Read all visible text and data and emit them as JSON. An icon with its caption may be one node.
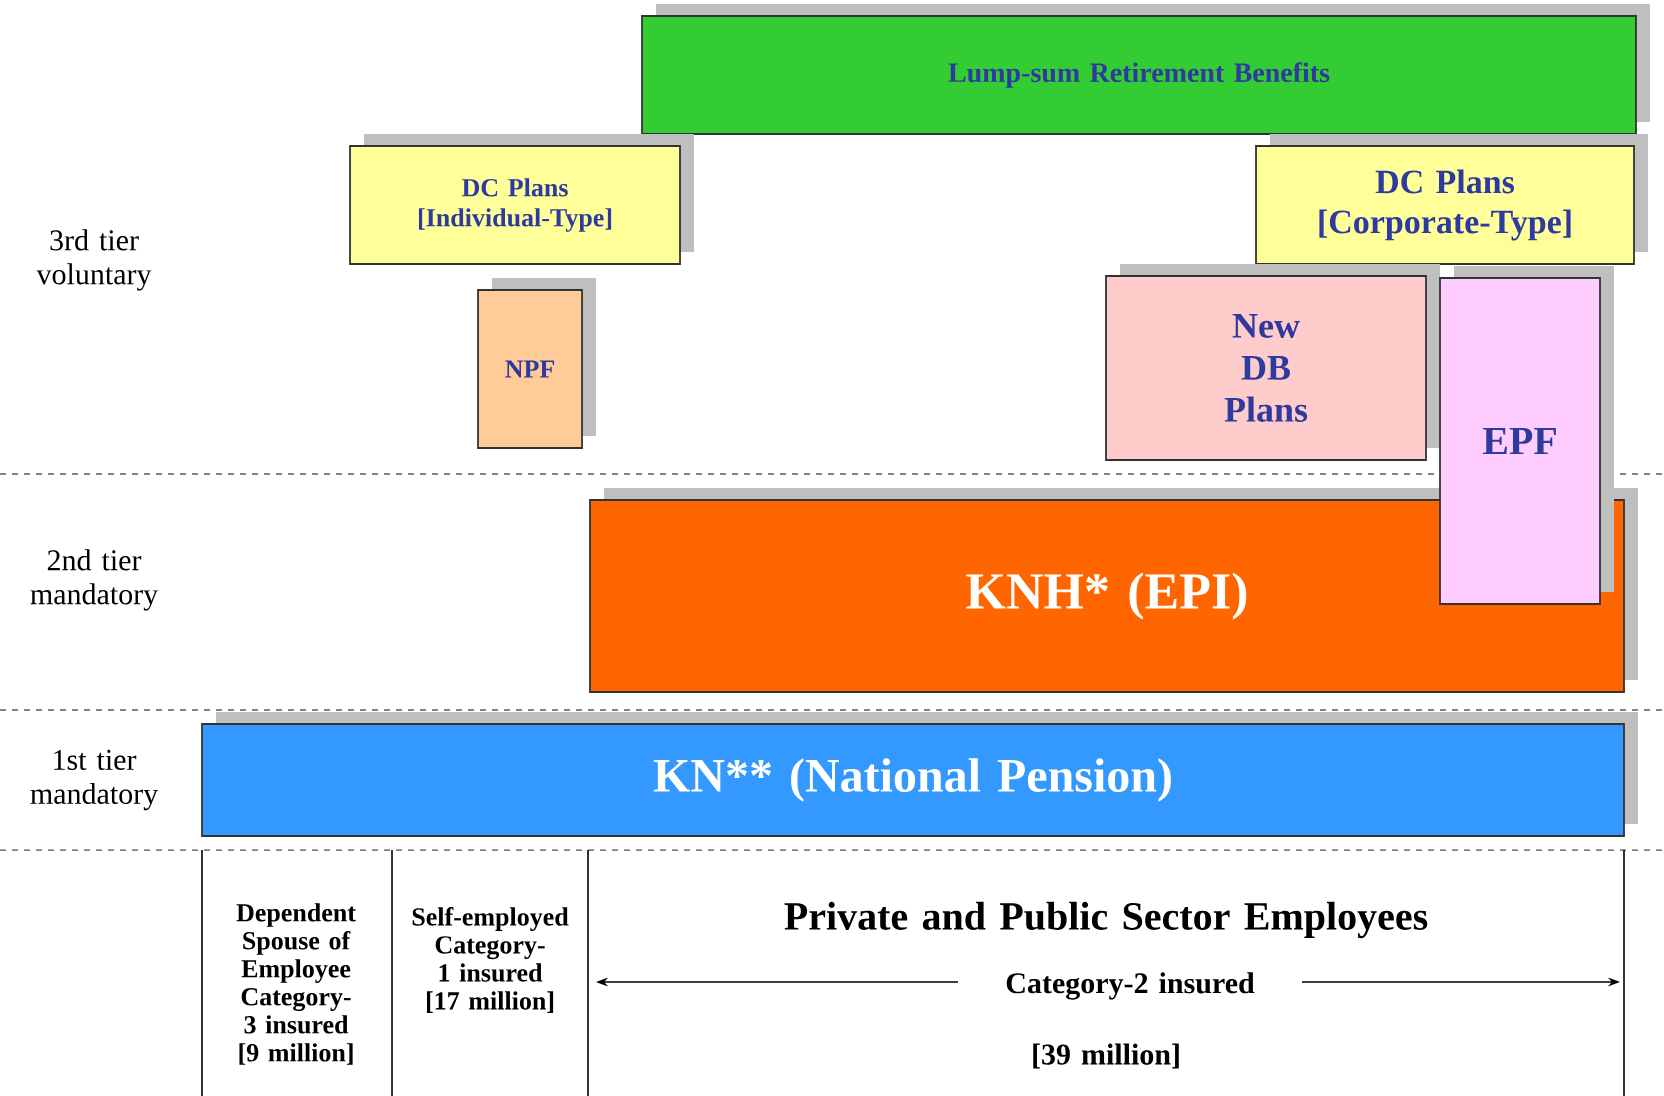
{
  "diagram": {
    "nodes": [
      {
        "text": [
          "Lump-sum Retirement Benefits"
        ]
      },
      {
        "text": [
          "DC Plans [Individual-Type]"
        ]
      },
      {
        "text": [
          "DC Plans [Corporate-Type]"
        ]
      },
      {
        "text": [
          "NPF"
        ]
      },
      {
        "text": [
          "New DB Plans"
        ]
      },
      {
        "text": [
          "EPF"
        ]
      },
      {
        "text": [
          "KNH* (EPI)"
        ]
      },
      {
        "text": [
          "KN** (National Pension)"
        ]
      }
    ],
    "labels": [
      "3rd tier voluntary",
      "2nd tier mandatory",
      "1st tier mandatory",
      "Dependent Spouse of Employee Category-3 insured [9 million]",
      "Self-employed Category-1 insured [17 million]",
      "Private and Public Sector Employees",
      "Category-2 insured",
      "[39 million]"
    ]
  }
}
